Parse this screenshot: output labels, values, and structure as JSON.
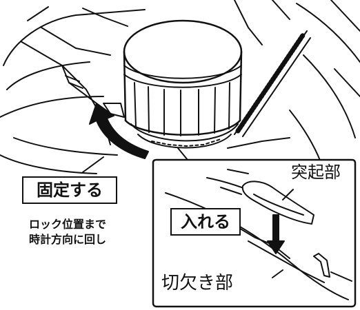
{
  "labels": {
    "fix": "固定する",
    "instruction_line1": "ロック位置まで",
    "instruction_line2": "時計方向に回し",
    "insert": "入れる",
    "protrusion": "突起部",
    "notch": "切欠き部"
  }
}
